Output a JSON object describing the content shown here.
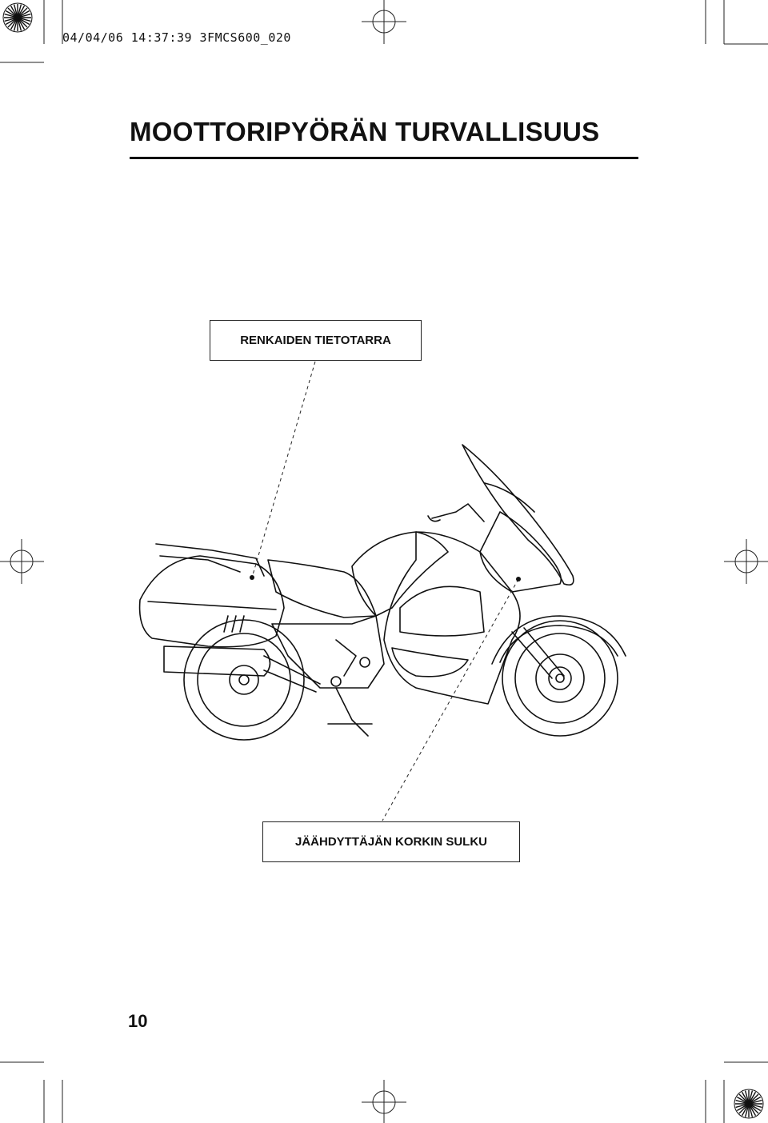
{
  "print_stamp": "04/04/06 14:37:39 3FMCS600_020",
  "page": {
    "title": "MOOTTORIPYÖRÄN TURVALLISUUS",
    "number": "10"
  },
  "callouts": {
    "tire_label": "RENKAIDEN TIETOTARRA",
    "radiator_cap_label": "JÄÄHDYTTÄJÄN KORKIN SULKU"
  },
  "illustration": {
    "icon": "motorcycle-line-drawing-icon"
  }
}
